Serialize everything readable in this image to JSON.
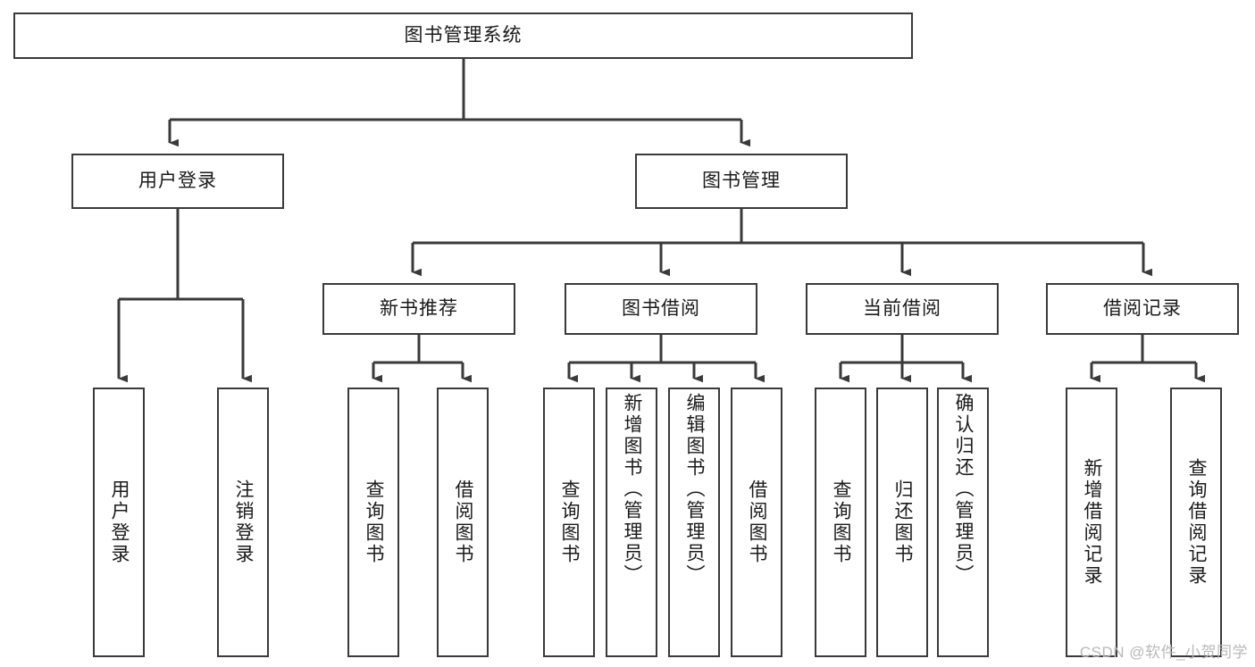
{
  "diagram": {
    "title_node": {
      "label": "图书管理系统"
    },
    "level2": [
      {
        "id": "user-login",
        "label": "用户登录"
      },
      {
        "id": "book-management",
        "label": "图书管理"
      }
    ],
    "level3": [
      {
        "id": "new-book-recommend",
        "label": "新书推荐"
      },
      {
        "id": "book-borrow",
        "label": "图书借阅"
      },
      {
        "id": "current-borrow",
        "label": "当前借阅"
      },
      {
        "id": "borrow-record",
        "label": "借阅记录"
      }
    ],
    "leaves": {
      "user_login": [
        {
          "id": "leaf-user-login",
          "label": "用户登录"
        },
        {
          "id": "leaf-logout-login",
          "label": "注销登录"
        }
      ],
      "new_book_recommend": [
        {
          "id": "leaf-query-book-1",
          "label": "查询图书"
        },
        {
          "id": "leaf-borrow-book-1",
          "label": "借阅图书"
        }
      ],
      "book_borrow": [
        {
          "id": "leaf-query-book-2",
          "label": "查询图书"
        },
        {
          "id": "leaf-add-book",
          "label": "新增图书（管理员）"
        },
        {
          "id": "leaf-edit-book",
          "label": "编辑图书（管理员）"
        },
        {
          "id": "leaf-borrow-book-2",
          "label": "借阅图书"
        }
      ],
      "current_borrow": [
        {
          "id": "leaf-query-book-3",
          "label": "查询图书"
        },
        {
          "id": "leaf-return-book",
          "label": "归还图书"
        },
        {
          "id": "leaf-confirm-return",
          "label": "确认归还（管理员）"
        }
      ],
      "borrow_record": [
        {
          "id": "leaf-add-record",
          "label": "新增借阅记录"
        },
        {
          "id": "leaf-query-record",
          "label": "查询借阅记录"
        }
      ]
    },
    "watermark": "CSDN @软件_小贺同学",
    "colors": {
      "stroke": "#3a3a3a",
      "background": "#ffffff",
      "text": "#1a1a1a",
      "watermark": "#b9b9b9"
    }
  }
}
